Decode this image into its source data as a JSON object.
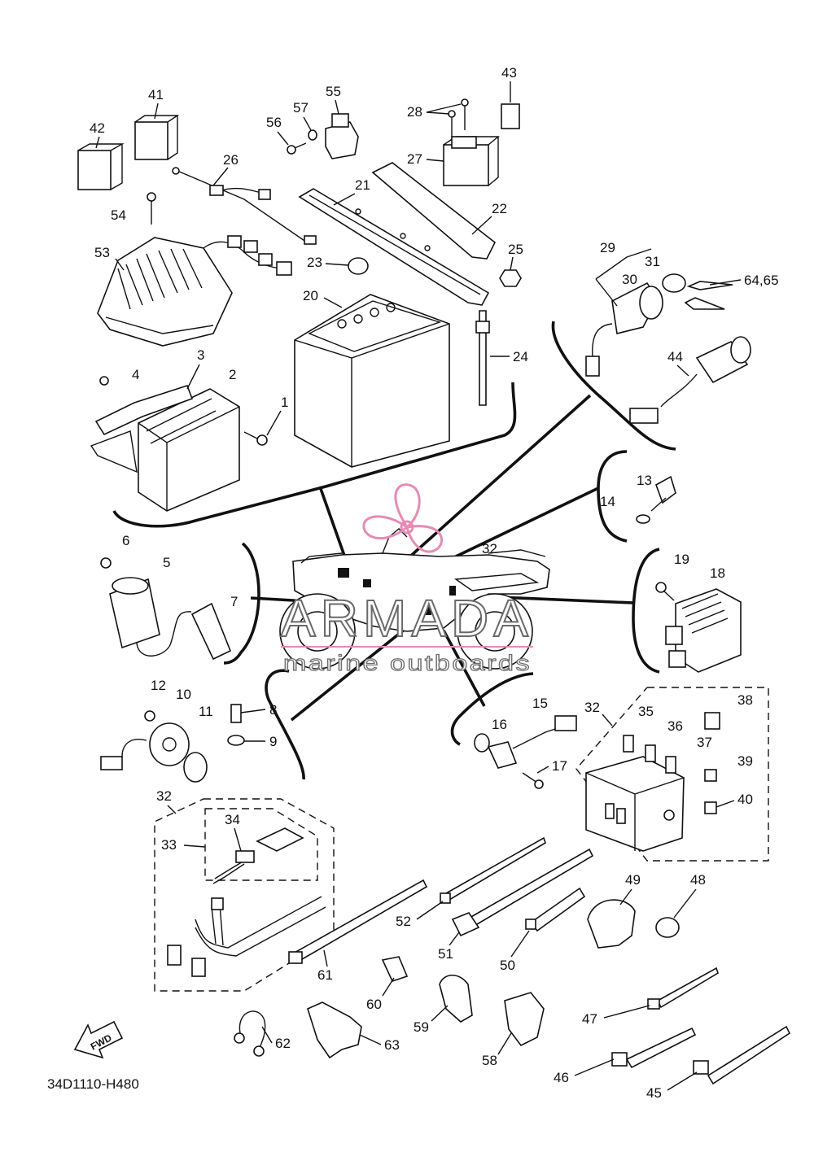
{
  "diagram": {
    "code": "34D1110-H480",
    "fwd_label": "FWD",
    "watermark": {
      "brand": "ARMADA",
      "tagline": "marine outboards"
    },
    "callouts": {
      "c1": "1",
      "c2": "2",
      "c3": "3",
      "c4": "4",
      "c5": "5",
      "c6": "6",
      "c7": "7",
      "c8": "8",
      "c9": "9",
      "c10": "10",
      "c11": "11",
      "c12": "12",
      "c13": "13",
      "c14": "14",
      "c15": "15",
      "c16": "16",
      "c17": "17",
      "c18": "18",
      "c19": "19",
      "c20": "20",
      "c21": "21",
      "c22": "22",
      "c23": "23",
      "c24": "24",
      "c25": "25",
      "c26": "26",
      "c27": "27",
      "c28": "28",
      "c29": "29",
      "c30": "30",
      "c31": "31",
      "c32a": "32",
      "c32b": "32",
      "c32c": "32",
      "c33": "33",
      "c34": "34",
      "c35": "35",
      "c36": "36",
      "c37": "37",
      "c38": "38",
      "c39": "39",
      "c40": "40",
      "c41": "41",
      "c42": "42",
      "c43": "43",
      "c44": "44",
      "c45": "45",
      "c46": "46",
      "c47": "47",
      "c48": "48",
      "c49": "49",
      "c50": "50",
      "c51": "51",
      "c52": "52",
      "c53": "53",
      "c54": "54",
      "c55": "55",
      "c56": "56",
      "c57": "57",
      "c58": "58",
      "c59": "59",
      "c60": "60",
      "c61": "61",
      "c62": "62",
      "c63": "63",
      "c6465": "64,65"
    }
  }
}
